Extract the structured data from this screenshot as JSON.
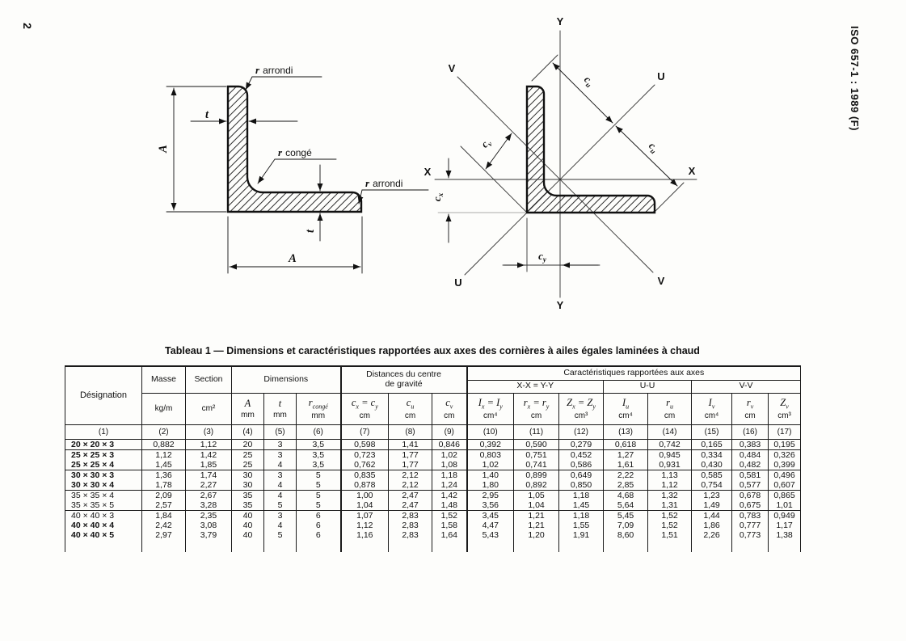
{
  "page": {
    "number": "2",
    "reference": "ISO 657-1 : 1989 (F)"
  },
  "figure_left": {
    "r": "r",
    "arrondi_top": "arrondi",
    "conge": "congé",
    "arrondi_right": "arrondi",
    "label_A": "A",
    "label_t": "t"
  },
  "figure_right": {
    "axis_x": "X",
    "axis_y": "Y",
    "axis_u": "U",
    "axis_v": "V",
    "c": "c",
    "sub_u": "u",
    "sub_v": "v",
    "sub_x": "x",
    "sub_y": "y"
  },
  "table": {
    "title": "Tableau 1 — Dimensions et caractéristiques rapportées aux axes des cornières à ailes égales laminées à chaud",
    "head": {
      "designation": "Désignation",
      "masse": "Masse",
      "section": "Section",
      "dimensions": "Dimensions",
      "distances_l1": "Distances du centre",
      "distances_l2": "de gravité",
      "caracteristiques": "Caractéristiques rapportées aux axes",
      "xx": "X-X = Y-Y",
      "uu": "U-U",
      "vv": "V-V",
      "units": {
        "masse": "kg/m",
        "section": "cm²"
      },
      "symbols": [
        {
          "parts": [
            [
              "A",
              ""
            ]
          ],
          "unit": "mm"
        },
        {
          "parts": [
            [
              "t",
              ""
            ]
          ],
          "unit": "mm"
        },
        {
          "parts": [
            [
              "r",
              "congé"
            ]
          ],
          "unit": "mm"
        },
        {
          "parts": [
            [
              "c",
              "x"
            ],
            [
              " = ",
              ""
            ],
            [
              "c",
              "y"
            ]
          ],
          "unit": "cm"
        },
        {
          "parts": [
            [
              "c",
              "u"
            ]
          ],
          "unit": "cm"
        },
        {
          "parts": [
            [
              "c",
              "v"
            ]
          ],
          "unit": "cm"
        },
        {
          "parts": [
            [
              "I",
              "x"
            ],
            [
              " = ",
              ""
            ],
            [
              "I",
              "y"
            ]
          ],
          "unit": "cm⁴"
        },
        {
          "parts": [
            [
              "r",
              "x"
            ],
            [
              " = ",
              ""
            ],
            [
              "r",
              "y"
            ]
          ],
          "unit": "cm"
        },
        {
          "parts": [
            [
              "Z",
              "x"
            ],
            [
              " = ",
              ""
            ],
            [
              "Z",
              "y"
            ]
          ],
          "unit": "cm³"
        },
        {
          "parts": [
            [
              "I",
              "u"
            ]
          ],
          "unit": "cm⁴"
        },
        {
          "parts": [
            [
              "r",
              "u"
            ]
          ],
          "unit": "cm"
        },
        {
          "parts": [
            [
              "I",
              "v"
            ]
          ],
          "unit": "cm⁴"
        },
        {
          "parts": [
            [
              "r",
              "v"
            ]
          ],
          "unit": "cm"
        },
        {
          "parts": [
            [
              "Z",
              "v"
            ]
          ],
          "unit": "cm³"
        }
      ],
      "col_numbers": [
        "(1)",
        "(2)",
        "(3)",
        "(4)",
        "(5)",
        "(6)",
        "(7)",
        "(8)",
        "(9)",
        "(10)",
        "(11)",
        "(12)",
        "(13)",
        "(14)",
        "(15)",
        "(16)",
        "(17)"
      ]
    },
    "rows": [
      {
        "designation": "20 × 20 × 3",
        "bold": true,
        "values": [
          "0,882",
          "1,12",
          "20",
          "3",
          "3,5",
          "0,598",
          "1,41",
          "0,846",
          "0,392",
          "0,590",
          "0,279",
          "0,618",
          "0,742",
          "0,165",
          "0,383",
          "0,195"
        ]
      },
      {
        "designation": "25 × 25 × 3",
        "bold": true,
        "values": [
          "1,12",
          "1,42",
          "25",
          "3",
          "3,5",
          "0,723",
          "1,77",
          "1,02",
          "0,803",
          "0,751",
          "0,452",
          "1,27",
          "0,945",
          "0,334",
          "0,484",
          "0,326"
        ]
      },
      {
        "designation": "25 × 25 × 4",
        "bold": true,
        "values": [
          "1,45",
          "1,85",
          "25",
          "4",
          "3,5",
          "0,762",
          "1,77",
          "1,08",
          "1,02",
          "0,741",
          "0,586",
          "1,61",
          "0,931",
          "0,430",
          "0,482",
          "0,399"
        ]
      },
      {
        "designation": "30 × 30 × 3",
        "bold": true,
        "values": [
          "1,36",
          "1,74",
          "30",
          "3",
          "5",
          "0,835",
          "2,12",
          "1,18",
          "1,40",
          "0,899",
          "0,649",
          "2,22",
          "1,13",
          "0,585",
          "0,581",
          "0,496"
        ]
      },
      {
        "designation": "30 × 30 × 4",
        "bold": true,
        "values": [
          "1,78",
          "2,27",
          "30",
          "4",
          "5",
          "0,878",
          "2,12",
          "1,24",
          "1,80",
          "0,892",
          "0,850",
          "2,85",
          "1,12",
          "0,754",
          "0,577",
          "0,607"
        ]
      },
      {
        "designation": "35 × 35 × 4",
        "bold": false,
        "values": [
          "2,09",
          "2,67",
          "35",
          "4",
          "5",
          "1,00",
          "2,47",
          "1,42",
          "2,95",
          "1,05",
          "1,18",
          "4,68",
          "1,32",
          "1,23",
          "0,678",
          "0,865"
        ]
      },
      {
        "designation": "35 × 35 × 5",
        "bold": false,
        "values": [
          "2,57",
          "3,28",
          "35",
          "5",
          "5",
          "1,04",
          "2,47",
          "1,48",
          "3,56",
          "1,04",
          "1,45",
          "5,64",
          "1,31",
          "1,49",
          "0,675",
          "1,01"
        ]
      },
      {
        "designation": "40 × 40 × 3",
        "bold": false,
        "values": [
          "1,84",
          "2,35",
          "40",
          "3",
          "6",
          "1,07",
          "2,83",
          "1,52",
          "3,45",
          "1,21",
          "1,18",
          "5,45",
          "1,52",
          "1,44",
          "0,783",
          "0,949"
        ]
      },
      {
        "designation": "40 × 40 × 4",
        "bold": true,
        "values": [
          "2,42",
          "3,08",
          "40",
          "4",
          "6",
          "1,12",
          "2,83",
          "1,58",
          "4,47",
          "1,21",
          "1,55",
          "7,09",
          "1,52",
          "1,86",
          "0,777",
          "1,17"
        ]
      },
      {
        "designation": "40 × 40 × 5",
        "bold": true,
        "values": [
          "2,97",
          "3,79",
          "40",
          "5",
          "6",
          "1,16",
          "2,83",
          "1,64",
          "5,43",
          "1,20",
          "1,91",
          "8,60",
          "1,51",
          "2,26",
          "0,773",
          "1,38"
        ]
      }
    ]
  }
}
